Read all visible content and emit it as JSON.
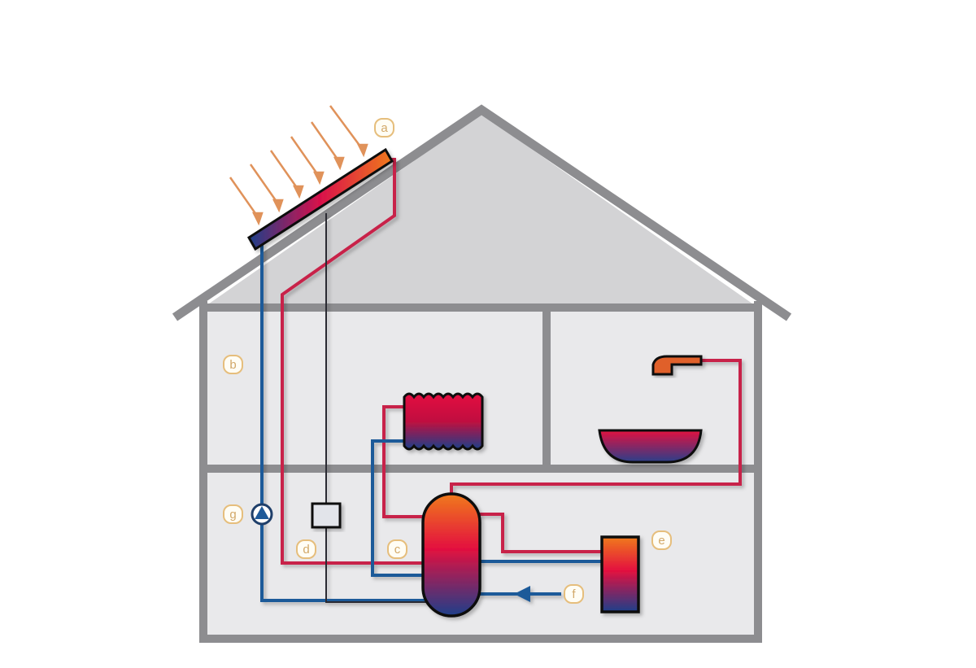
{
  "diagram": {
    "labels": {
      "a": "a",
      "b": "b",
      "c": "c",
      "d": "d",
      "e": "e",
      "f": "f",
      "g": "g"
    },
    "colors": {
      "house_outline": "#8d8d90",
      "roof_fill": "#d3d3d5",
      "room_fill": "#e9e9eb",
      "hot_pipe": "#c8234a",
      "cold_pipe": "#1f5a99",
      "control_line": "#2a2a33",
      "sun_rays": "#e0925a",
      "label": "#e6be7c"
    }
  }
}
